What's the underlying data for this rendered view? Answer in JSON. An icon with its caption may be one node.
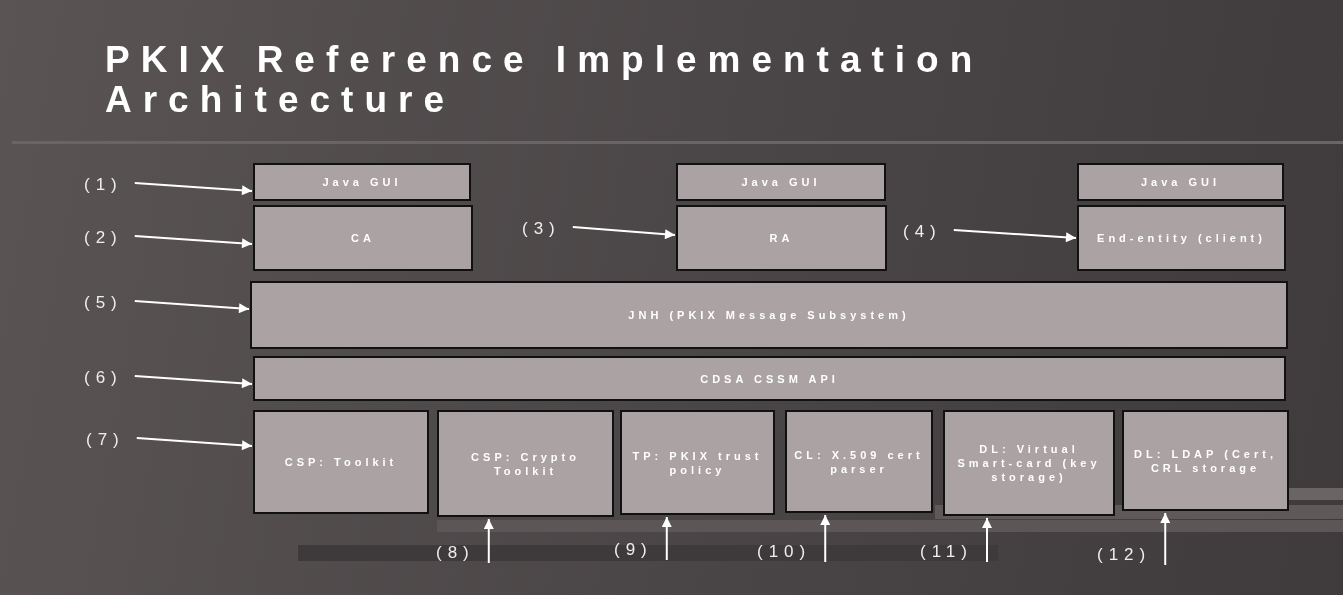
{
  "diagram": {
    "title": "PKIX Reference Implementation Architecture",
    "nodes": [
      {
        "text": [
          "(1)"
        ]
      },
      {
        "text": [
          "Java GUI"
        ]
      },
      {
        "text": [
          "Java GUI"
        ]
      },
      {
        "text": [
          "Java GUI"
        ]
      },
      {
        "text": [
          "(2)"
        ]
      },
      {
        "text": [
          "CA"
        ]
      },
      {
        "text": [
          "(3)"
        ]
      },
      {
        "text": [
          "RA"
        ]
      },
      {
        "text": [
          "(4)"
        ]
      },
      {
        "text": [
          "End-entity (client)"
        ]
      },
      {
        "text": [
          "(5)"
        ]
      },
      {
        "text": [
          "JNH (PKIX Message Subsystem)"
        ]
      },
      {
        "text": [
          "(6)"
        ]
      },
      {
        "text": [
          "CDSA CSSM API"
        ]
      },
      {
        "text": [
          "(7)"
        ]
      },
      {
        "text": [
          "CSP: Toolkit"
        ]
      },
      {
        "text": [
          "CSP: Crypto Toolkit"
        ]
      },
      {
        "text": [
          "TP: PKIX trust policy"
        ]
      },
      {
        "text": [
          "CL: X.509 cert parser"
        ]
      },
      {
        "text": [
          "DL: Virtual Smart-card (key storage)"
        ]
      },
      {
        "text": [
          "DL: LDAP (Cert, CRL storage"
        ]
      },
      {
        "text": [
          "(8)"
        ]
      },
      {
        "text": [
          "(9)"
        ]
      },
      {
        "text": [
          "(10)"
        ]
      },
      {
        "text": [
          "(11)"
        ]
      },
      {
        "text": [
          "(12)"
        ]
      }
    ],
    "edges": [
      {
        "from": 0,
        "to": 1,
        "arrow": "to"
      },
      {
        "from": 4,
        "to": 5,
        "arrow": "to"
      },
      {
        "from": 6,
        "to": 7,
        "arrow": "to"
      },
      {
        "from": 8,
        "to": 9,
        "arrow": "to"
      },
      {
        "from": 10,
        "to": 11,
        "arrow": "to"
      },
      {
        "from": 12,
        "to": 13,
        "arrow": "to"
      },
      {
        "from": 14,
        "to": 15,
        "arrow": "to"
      },
      {
        "from": 21,
        "to": 16,
        "arrow": "to"
      },
      {
        "from": 22,
        "to": 17,
        "arrow": "to"
      },
      {
        "from": 23,
        "to": 18,
        "arrow": "to"
      },
      {
        "from": 24,
        "to": 19,
        "arrow": "to"
      },
      {
        "from": 25,
        "to": 20,
        "arrow": "to"
      }
    ]
  }
}
